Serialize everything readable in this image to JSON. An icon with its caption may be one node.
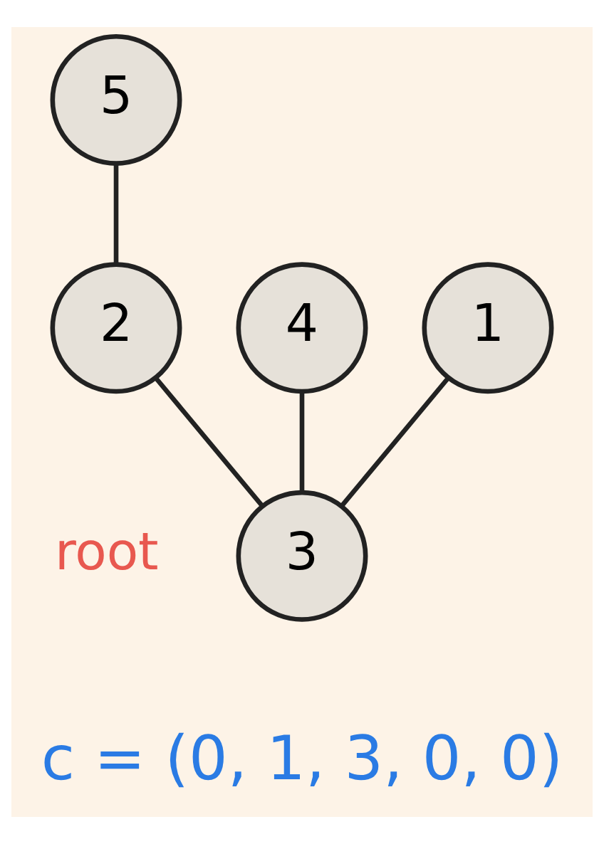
{
  "diagram": {
    "nodes": [
      {
        "text": [
          "5"
        ]
      },
      {
        "text": [
          "4"
        ]
      },
      {
        "text": [
          "2"
        ]
      },
      {
        "text": [
          "1"
        ]
      },
      {
        "text": [
          "3"
        ],
        "beside": [
          "root"
        ]
      }
    ],
    "edges": [
      {
        "from": 0,
        "to": 2,
        "arrow": "none"
      },
      {
        "from": 1,
        "to": 4,
        "arrow": "none"
      },
      {
        "from": 2,
        "to": 4,
        "arrow": "none"
      },
      {
        "from": 3,
        "to": 4,
        "arrow": "none"
      }
    ],
    "labels": [
      "c = (0, 1, 3, 0, 0)"
    ]
  }
}
